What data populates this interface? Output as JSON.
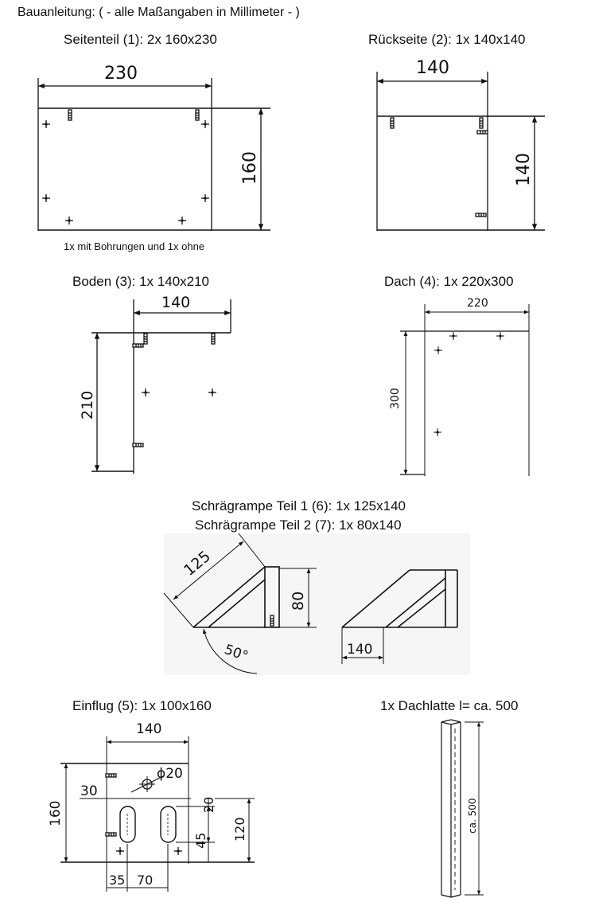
{
  "header": {
    "title": "Bauanleitung: ( - alle Maßangaben in Millimeter - )"
  },
  "parts": {
    "seitenteil": {
      "caption": "Seitenteil (1): 2x 160x230",
      "width_label": "230",
      "height_label": "160",
      "note": "1x mit Bohrungen und 1x ohne"
    },
    "rueckseite": {
      "caption": "Rückseite (2): 1x 140x140",
      "width_label": "140",
      "height_label": "140"
    },
    "boden": {
      "caption": "Boden (3): 1x 140x210",
      "width_label": "140",
      "height_label": "210"
    },
    "dach": {
      "caption": "Dach (4): 1x 220x300",
      "width_label": "220",
      "height_label": "300"
    },
    "schraegrampe": {
      "caption_1": "Schrägrampe Teil 1 (6): 1x 125x140",
      "caption_2": "Schrägrampe Teil 2 (7): 1x 80x140",
      "length_label": "125",
      "height_label": "80",
      "angle_label": "50°",
      "depth_label": "140"
    },
    "einflug": {
      "caption": "Einflug (5): 1x 100x160",
      "width_label": "140",
      "height_label": "160",
      "hole_label": "ϕ20",
      "offset_label": "30",
      "slot_top_label": "20",
      "slot_height_label": "45",
      "inner_height_label": "120",
      "left_offset_label": "35",
      "spacing_label": "70"
    },
    "dachlatte": {
      "caption": "1x Dachlatte l= ca. 500",
      "length_label": "ca. 500"
    }
  }
}
